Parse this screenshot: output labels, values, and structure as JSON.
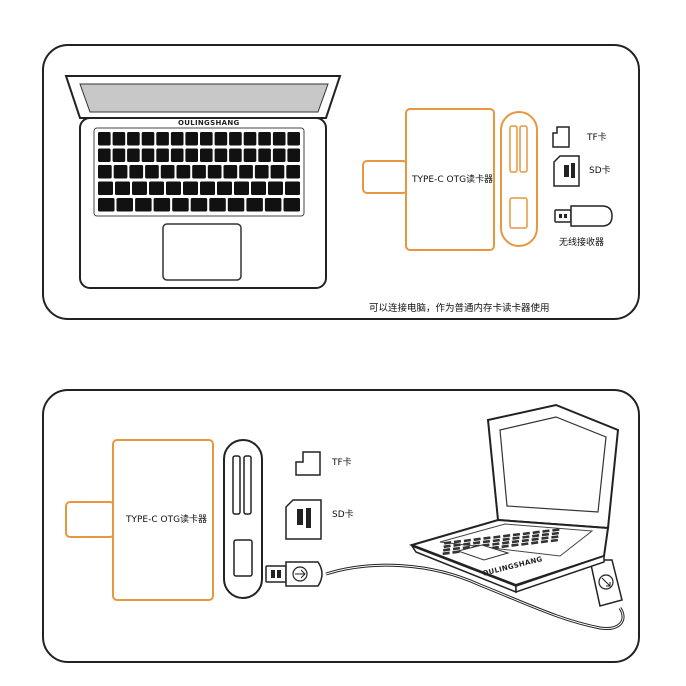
{
  "top": {
    "laptop_brand": "OULINGSHANG",
    "reader_label": "TYPE-C  OTG读卡器",
    "tf_label": "TF卡",
    "sd_label": "SD卡",
    "receiver_label": "无线接收器",
    "caption": "可以连接电脑，作为普通内存卡读卡器使用"
  },
  "bottom": {
    "reader_label": "TYPE-C  OTG读卡器",
    "tf_label": "TF卡",
    "sd_label": "SD卡",
    "laptop_brand": "OULINGSHANG"
  },
  "colors": {
    "accent": "#e8963f",
    "line": "#222222",
    "key": "#111111"
  }
}
